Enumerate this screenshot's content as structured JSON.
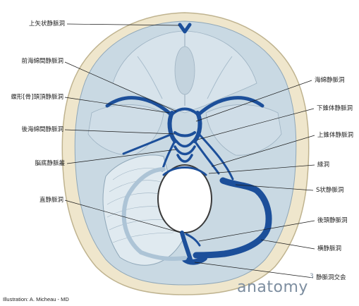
{
  "labels": {
    "superior_sagittal": "上矢状静脈洞",
    "anterior_intercavernous": "前海綿間静脈洞",
    "sphenoparietal": "蝶形[骨]頭頂静脈洞",
    "posterior_intercavernous": "後海綿間静脈洞",
    "basilar_plexus": "脳底静脈叢",
    "straight": "直静脈洞",
    "cavernous": "海綿静脈洞",
    "inferior_petrosal": "下錐体静脈洞",
    "superior_petrosal": "上錐体静脈洞",
    "marginal": "縁洞",
    "sigmoid": "S状静脈洞",
    "occipital": "後頭静脈洞",
    "transverse": "横静脈洞",
    "confluence": "静脈洞交会"
  },
  "credit": "Illustration: A. Micheau - MD",
  "brand": {
    "name": "anatomy",
    "superscript": "3"
  },
  "colors": {
    "sinus": "#1c4f9a",
    "fossa": "#c9d9e3",
    "bone": "#efe6cc",
    "bone_edge": "#bfb38f",
    "tentorium": "#dfe8ef",
    "leader": "#1a1a1a"
  }
}
